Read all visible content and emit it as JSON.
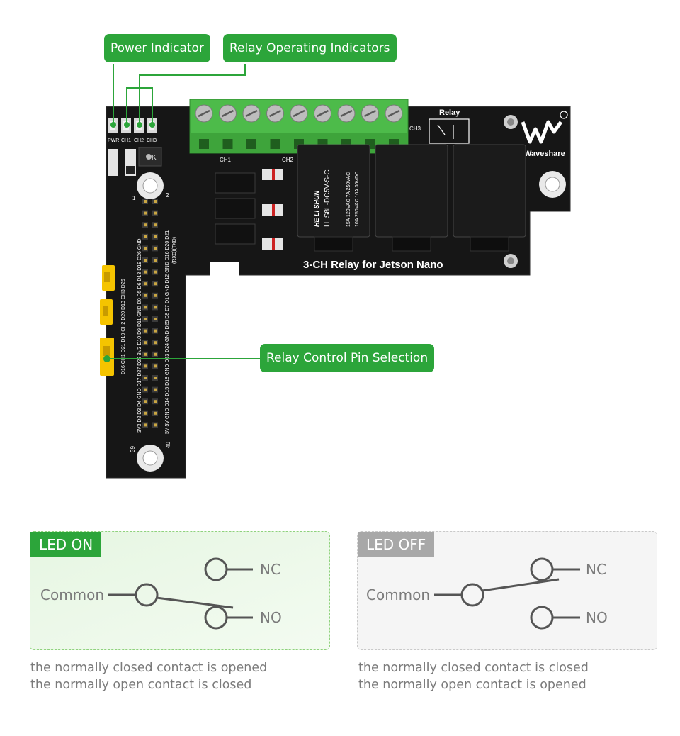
{
  "callouts": {
    "power": "Power Indicator",
    "relay_ops": "Relay Operating Indicators",
    "pin_select": "Relay Control Pin Selection"
  },
  "board": {
    "title": "3-CH Relay for Jetson Nano",
    "brand": "Waveshare",
    "relay_label": "Relay",
    "led_labels": [
      "PWR",
      "CH1",
      "CH2",
      "CH3"
    ],
    "terminal_labels": [
      "CH1",
      "CH2",
      "CH3"
    ],
    "relay_brand": "HE LI SHUN",
    "relay_model": "HLS8L-DC5V-S-C",
    "relay_rating_1": "15A 120VAC  7A 250VAC",
    "relay_rating_2": "10A 250VAC  10A 30VDC",
    "pin_first": "1",
    "pin_second": "2",
    "pin_39": "39",
    "pin_40": "40",
    "jumper_labels": "D16 CH1 D21 D19 CH2 D20 D13 CH3 D26",
    "header_left_labels": "3V3 D2 D3 D4 GND D17 D27 D22 3V3 D10 D9 D11 GND D0 D5 D6 D13 D19 D26 GND",
    "header_right_labels": "5V 5V GND D14 D15 D18 GND D23 D24 GND D25 D8 D7 D1 GND D12 GND D16 D20 D21",
    "uart_label": "(RXD)(TXD)"
  },
  "panels": {
    "on": {
      "tag": "LED ON",
      "common": "Common",
      "nc": "NC",
      "no": "NO",
      "caption_1": "the normally closed contact is opened",
      "caption_2": "the normally open contact is closed"
    },
    "off": {
      "tag": "LED OFF",
      "common": "Common",
      "nc": "NC",
      "no": "NO",
      "caption_1": "the normally closed contact is closed",
      "caption_2": "the normally open contact is opened"
    }
  },
  "colors": {
    "accent_green": "#2ca53a",
    "board_black": "#161616",
    "terminal_green": "#4dbb4a",
    "jumper_yellow": "#f5c400",
    "led_off_gray": "#a8a8a8"
  }
}
